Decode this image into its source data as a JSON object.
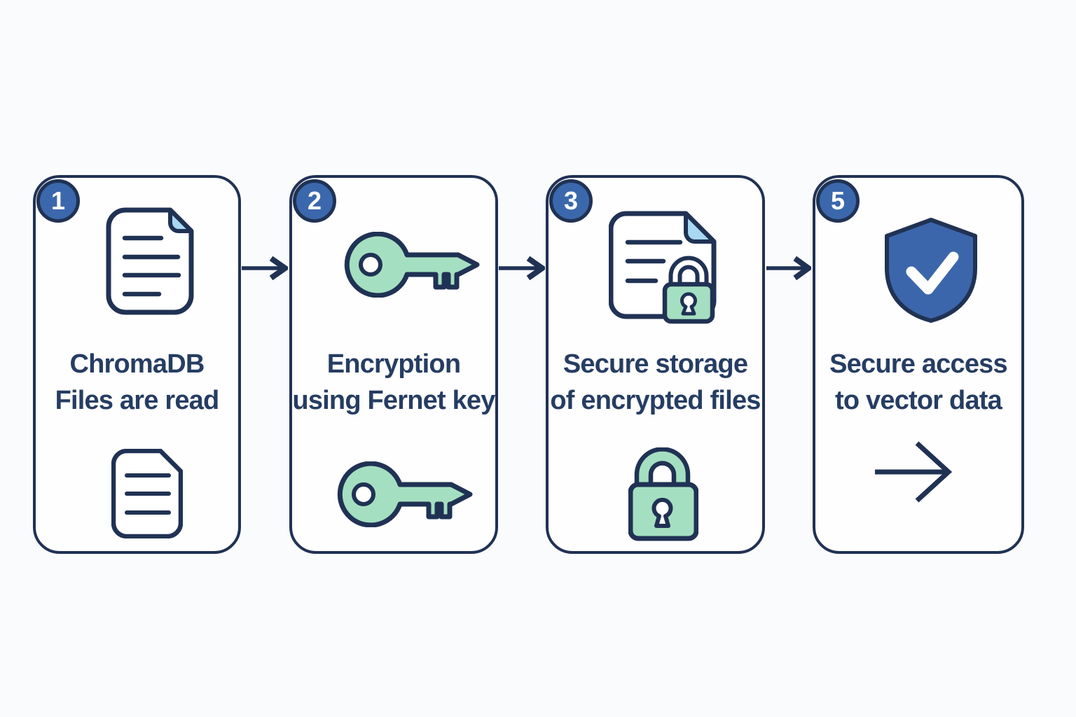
{
  "diagram": {
    "type": "process-flow",
    "direction": "left-to-right",
    "steps": [
      {
        "number": "1",
        "title_line1": "ChromaDB",
        "title_line2": "Files are read",
        "top_icon": "document-with-folded-corner-icon",
        "bottom_icon": "document-icon"
      },
      {
        "number": "2",
        "title_line1": "Encryption",
        "title_line2": "using Fernet key",
        "top_icon": "key-icon",
        "bottom_icon": "key-icon"
      },
      {
        "number": "3",
        "title_line1": "Secure storage",
        "title_line2": "of encrypted files",
        "top_icon": "document-with-padlock-icon",
        "bottom_icon": "padlock-icon"
      },
      {
        "number": "5",
        "title_line1": "Secure access",
        "title_line2": "to vector data",
        "top_icon": "shield-check-icon",
        "bottom_icon": "arrow-right-icon"
      }
    ],
    "connectors": [
      "arrow-right",
      "arrow-right",
      "arrow-right"
    ]
  },
  "colors": {
    "background": "#fafbfc",
    "card_background": "#fefefe",
    "outline_navy": "#203254",
    "text_navy": "#263d63",
    "badge_blue": "#3b68ac",
    "shield_blue": "#3c66ab",
    "mint_green": "#a5dfc1",
    "fold_light_blue": "#a8d8f2",
    "check_white": "#ffffff"
  }
}
